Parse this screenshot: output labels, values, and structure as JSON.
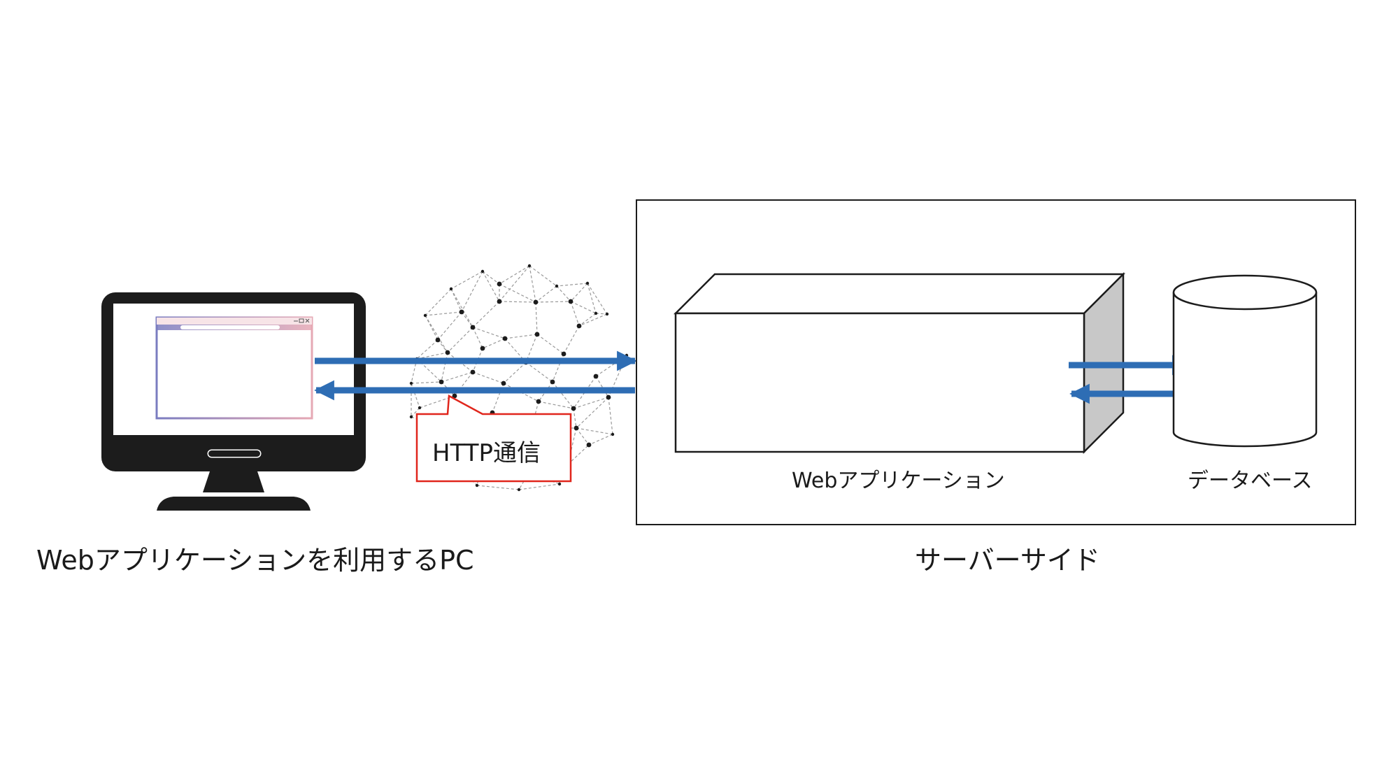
{
  "labels": {
    "pc": "Webアプリケーションを利用するPC",
    "server_side": "サーバーサイド",
    "web_app": "Webアプリケーション",
    "database": "データベース",
    "http": "HTTP通信"
  },
  "colors": {
    "arrow": "#2e6db4",
    "callout_border": "#e0261c",
    "monitor": "#1c1c1c",
    "box_side": "#c8c8c8"
  },
  "icons": {
    "pc": "desktop-monitor-icon",
    "network": "network-globe-icon",
    "database": "database-cylinder-icon"
  }
}
